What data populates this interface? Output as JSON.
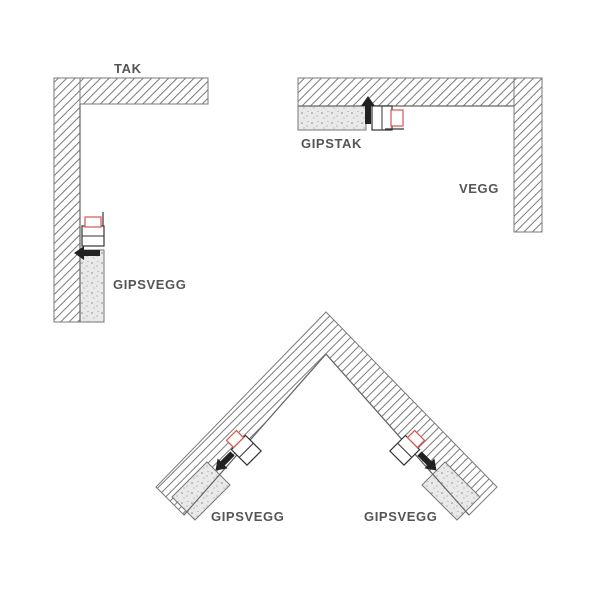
{
  "labels": {
    "tak": "TAK",
    "gipsvegg_left": "GIPSVEGG",
    "gipstak": "GIPSTAK",
    "vegg": "VEGG",
    "gipsvegg_bottom_left": "GIPSVEGG",
    "gipsvegg_bottom_right": "GIPSVEGG"
  },
  "colors": {
    "hatch": "#7a7a7a",
    "hatch_border": "#7a7a7a",
    "gypsum_fill": "#e8e8e8",
    "gypsum_speckle": "#8a8a8a",
    "profile_stroke": "#333333",
    "profile_accent": "#d9534f",
    "text": "#555555"
  },
  "icons": {
    "arrow": "arrow-icon"
  }
}
